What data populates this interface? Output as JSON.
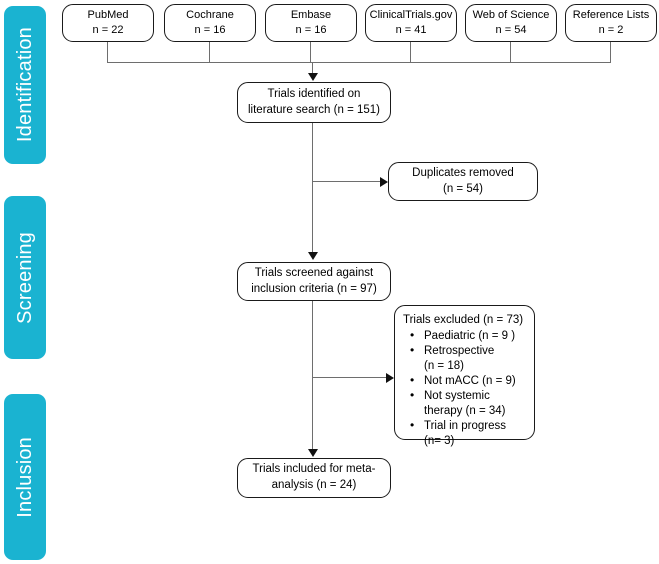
{
  "diagram": {
    "type": "prisma-flow-diagram",
    "accent_color": "#1AB3D1",
    "phases": [
      {
        "label": "Identification"
      },
      {
        "label": "Screening"
      },
      {
        "label": "Inclusion"
      }
    ],
    "sources": [
      {
        "name": "PubMed",
        "count": "n = 22"
      },
      {
        "name": "Cochrane",
        "count": "n = 16"
      },
      {
        "name": "Embase",
        "count": "n = 16"
      },
      {
        "name": "ClinicalTrials.gov",
        "count": "n = 41"
      },
      {
        "name": "Web of Science",
        "count": "n = 54"
      },
      {
        "name": "Reference Lists",
        "count": "n = 2"
      }
    ],
    "identified": {
      "line1": "Trials identified on",
      "line2": "literature search (n = 151)"
    },
    "duplicates": {
      "line1": "Duplicates removed",
      "line2": "(n = 54)"
    },
    "screened": {
      "line1": "Trials screened against",
      "line2": "inclusion criteria (n = 97)"
    },
    "excluded": {
      "title": "Trials excluded (n = 73)",
      "bullet_glyph": "•",
      "items": [
        {
          "line1": "Paediatric (n = 9 )",
          "line2": ""
        },
        {
          "line1": "Retrospective",
          "line2": "(n = 18)"
        },
        {
          "line1": "Not mACC (n = 9)",
          "line2": ""
        },
        {
          "line1": "Not systemic",
          "line2": "therapy (n = 34)"
        },
        {
          "line1": "Trial in progress",
          "line2": "(n= 3)"
        }
      ]
    },
    "included": {
      "line1": "Trials included for meta-",
      "line2": "analysis (n = 24)"
    }
  }
}
